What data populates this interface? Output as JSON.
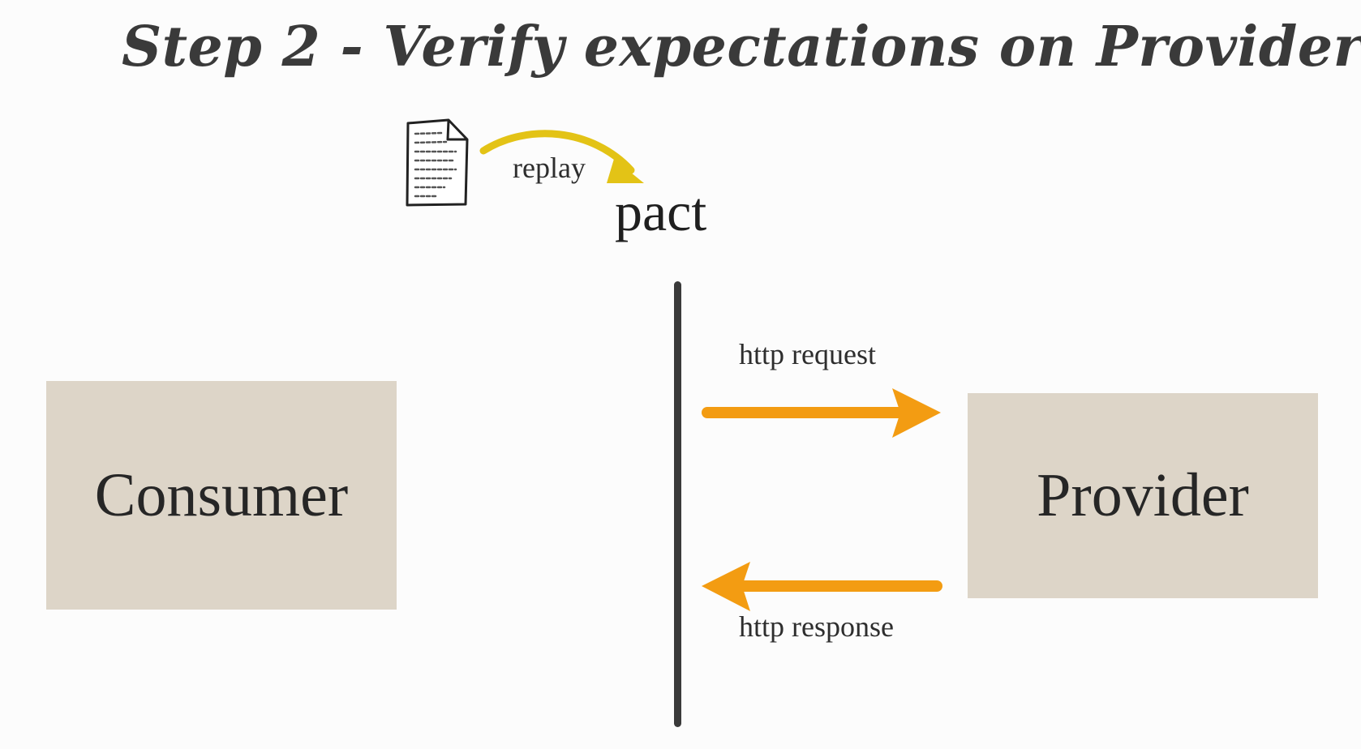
{
  "title": "Step 2 - Verify expectations on Provider",
  "document": {
    "icon": "document-icon",
    "replay_label": "replay",
    "pact_label": "pact"
  },
  "consumer": {
    "label": "Consumer"
  },
  "provider": {
    "label": "Provider"
  },
  "request": {
    "label": "http request"
  },
  "response": {
    "label": "http response"
  },
  "colors": {
    "background": "#fcfcfc",
    "box_fill": "#ddd5c8",
    "arrow_orange": "#f39c12",
    "replay_arrow_yellow": "#e3c316",
    "divider": "#3a3a3a",
    "text": "#2e2e2e"
  }
}
